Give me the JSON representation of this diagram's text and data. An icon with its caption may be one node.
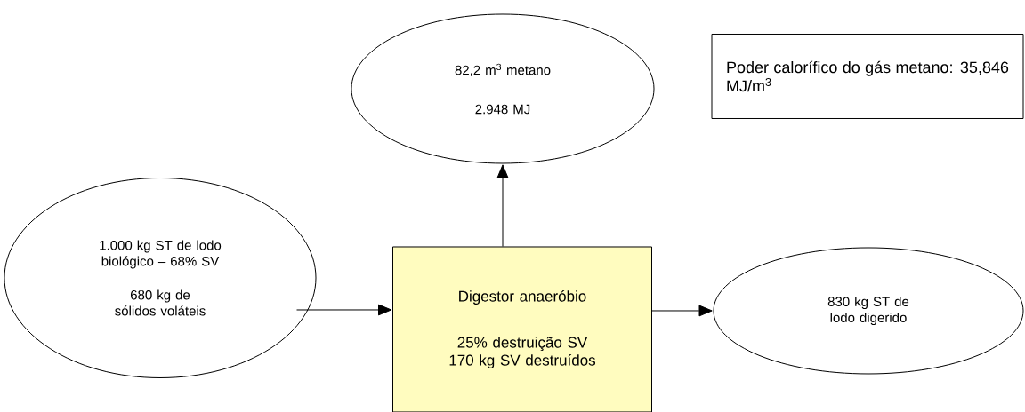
{
  "diagram": {
    "nodes": [
      {
        "text": [
          "1.000 kg ST de lodo biológico – 68% SV",
          "680 kg de sólidos voláteis"
        ]
      },
      {
        "text": [
          "82,2 m$^{3}$ metano",
          "2.948 MJ"
        ]
      },
      {
        "text": [
          "Digestor anaeróbio",
          "25% destruição SV 170 kg SV destruídos"
        ]
      },
      {
        "text": [
          "830 kg ST de lodo digerido"
        ]
      },
      {
        "text": [
          "Poder calorífico do gás metano: 35,846 MJ/m$^{3}$"
        ]
      }
    ],
    "edges": [
      {
        "from": 0,
        "to": 2,
        "arrow": "to"
      },
      {
        "from": 2,
        "to": 1,
        "arrow": "to"
      },
      {
        "from": 2,
        "to": 3,
        "arrow": "to"
      }
    ]
  }
}
